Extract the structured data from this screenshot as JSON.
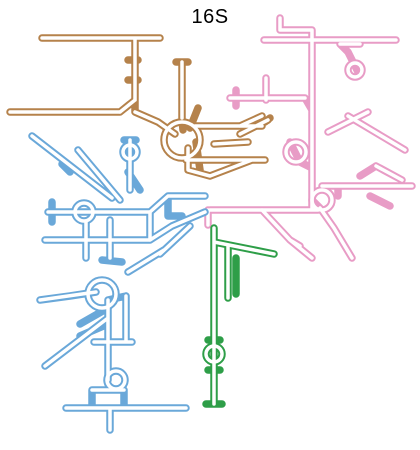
{
  "title": "16S",
  "domains": [
    {
      "id": "domain-brown",
      "color": "#b5824b"
    },
    {
      "id": "domain-pink",
      "color": "#e89cc6"
    },
    {
      "id": "domain-blue",
      "color": "#6aa8d9"
    },
    {
      "id": "domain-green",
      "color": "#2e9e48"
    }
  ]
}
